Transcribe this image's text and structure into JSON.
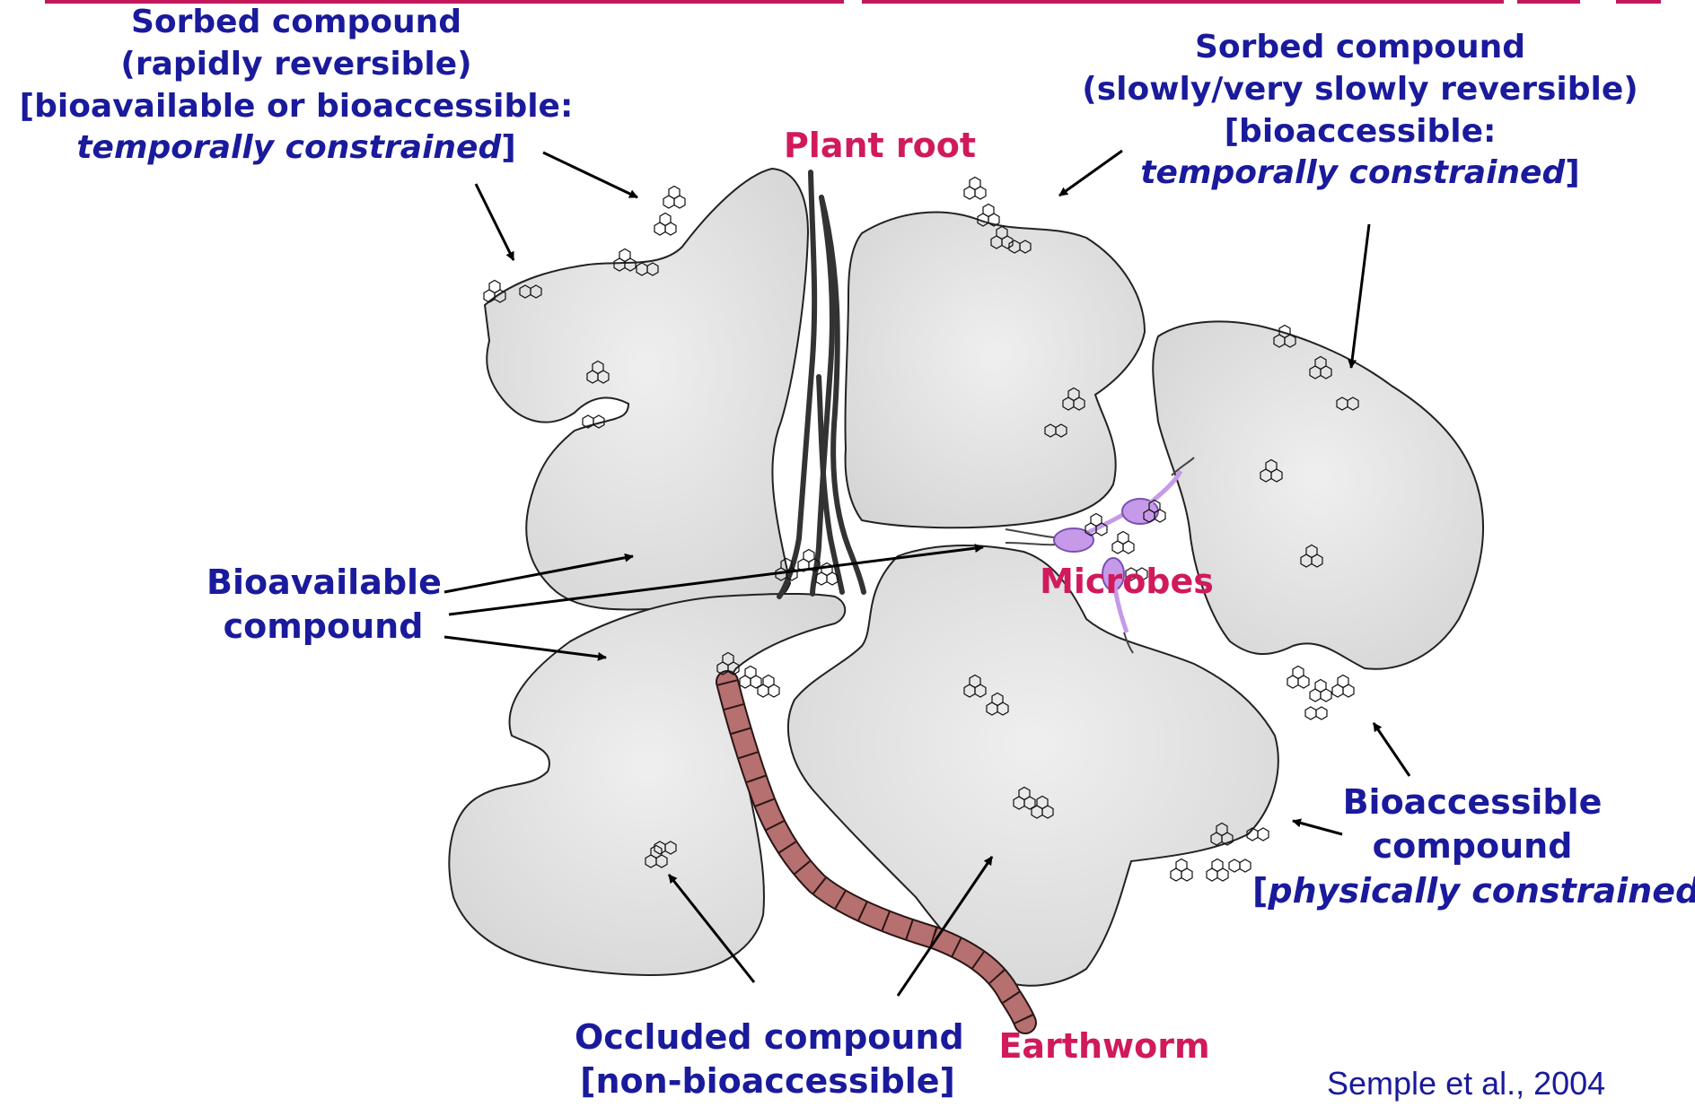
{
  "labels": {
    "sorbed_rapid": {
      "line1": "Sorbed compound",
      "line2": "(rapidly reversible)",
      "line3": "[bioavailable or bioaccessible:",
      "line4_italic": "temporally constrained",
      "line4_end": "]"
    },
    "sorbed_slow": {
      "line1": "Sorbed compound",
      "line2": "(slowly/very slowly reversible)",
      "line3": "[bioaccessible:",
      "line4_italic": "temporally constrained",
      "line4_end": "]"
    },
    "plant_root": "Plant root",
    "microbes": "Microbes",
    "bioavailable": {
      "line1": "Bioavailable",
      "line2": "compound"
    },
    "bioaccessible": {
      "line1": "Bioaccessible",
      "line2": "compound",
      "line3_start": "[",
      "line3_italic": "physically constrained",
      "line3_end": "]"
    },
    "occluded": {
      "line1": "Occluded compound",
      "line2": "[non-bioaccessible]"
    },
    "earthworm": "Earthworm"
  },
  "citation": "Semple et al., 2004",
  "colors": {
    "label_text": "#1a1a9c",
    "organism_text": "#d01a5c",
    "soil_fill": "#e6e6e6",
    "soil_stroke": "#222222",
    "earthworm_fill": "#b5706f",
    "microbe_fill": "#c69ae8",
    "root_stroke": "#333333",
    "top_bar": "#c2185b"
  }
}
